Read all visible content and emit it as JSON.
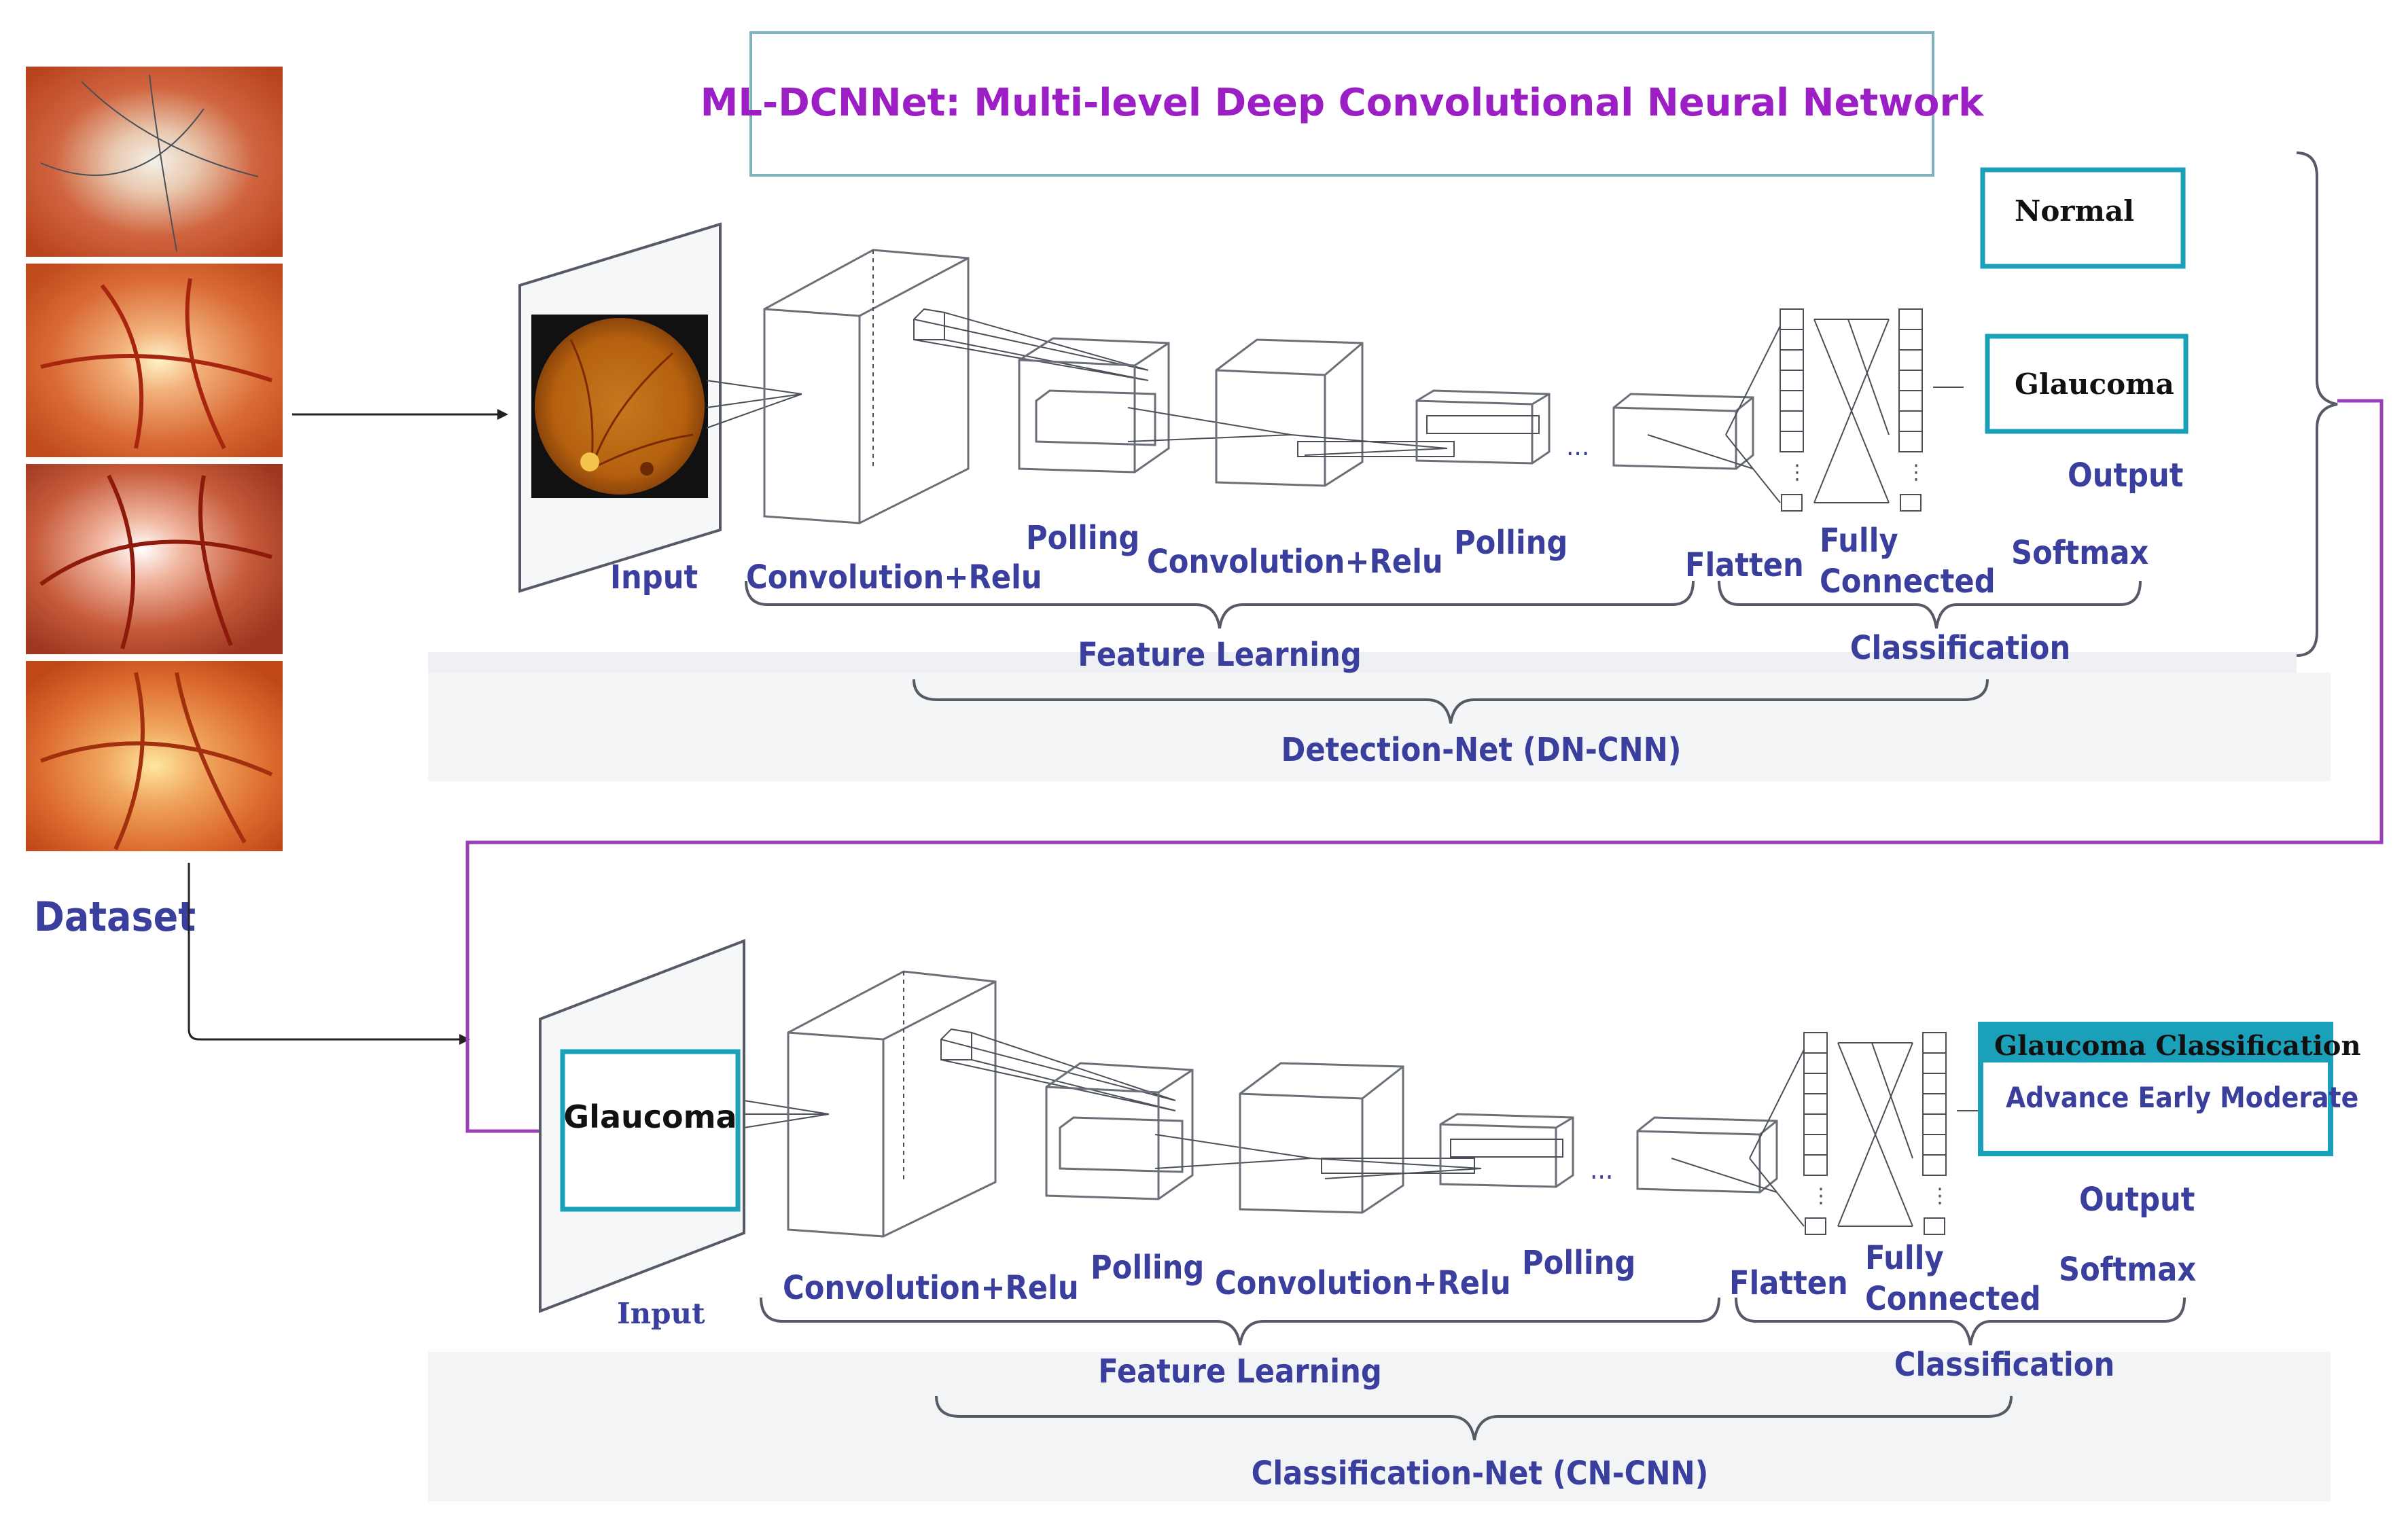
{
  "title": "ML-DCNNet: Multi-level Deep Convolutional Neural Network",
  "dataset_label": "Dataset",
  "detection_net": {
    "input": "Input",
    "conv1": "Convolution+Relu",
    "pool1": "Polling",
    "conv2": "Convolution+Relu",
    "pool2": "Polling",
    "flatten": "Flatten",
    "fully1": "Fully",
    "fully2": "Connected",
    "softmax": "Softmax",
    "output": "Output",
    "out_normal": "Normal",
    "out_glaucoma": "Glaucoma",
    "feature_learning": "Feature Learning",
    "classification": "Classification",
    "name": "Detection-Net (DN-CNN)"
  },
  "classification_net": {
    "input": "Input",
    "input_box": "Glaucoma",
    "conv1": "Convolution+Relu",
    "pool1": "Polling",
    "conv2": "Convolution+Relu",
    "pool2": "Polling",
    "flatten": "Flatten",
    "fully1": "Fully",
    "fully2": "Connected",
    "softmax": "Softmax",
    "output": "Output",
    "out_title": "Glaucoma Classification",
    "out_classes": "Advance Early Moderate",
    "feature_learning": "Feature Learning",
    "classification": "Classification",
    "name": "Classification-Net (CN-CNN)"
  },
  "ellipsis": "...",
  "colors": {
    "title": "#9b1fc4",
    "label": "#3a3f9e",
    "accent_box": "#1aa0b8",
    "connector": "#9b3fb8"
  }
}
